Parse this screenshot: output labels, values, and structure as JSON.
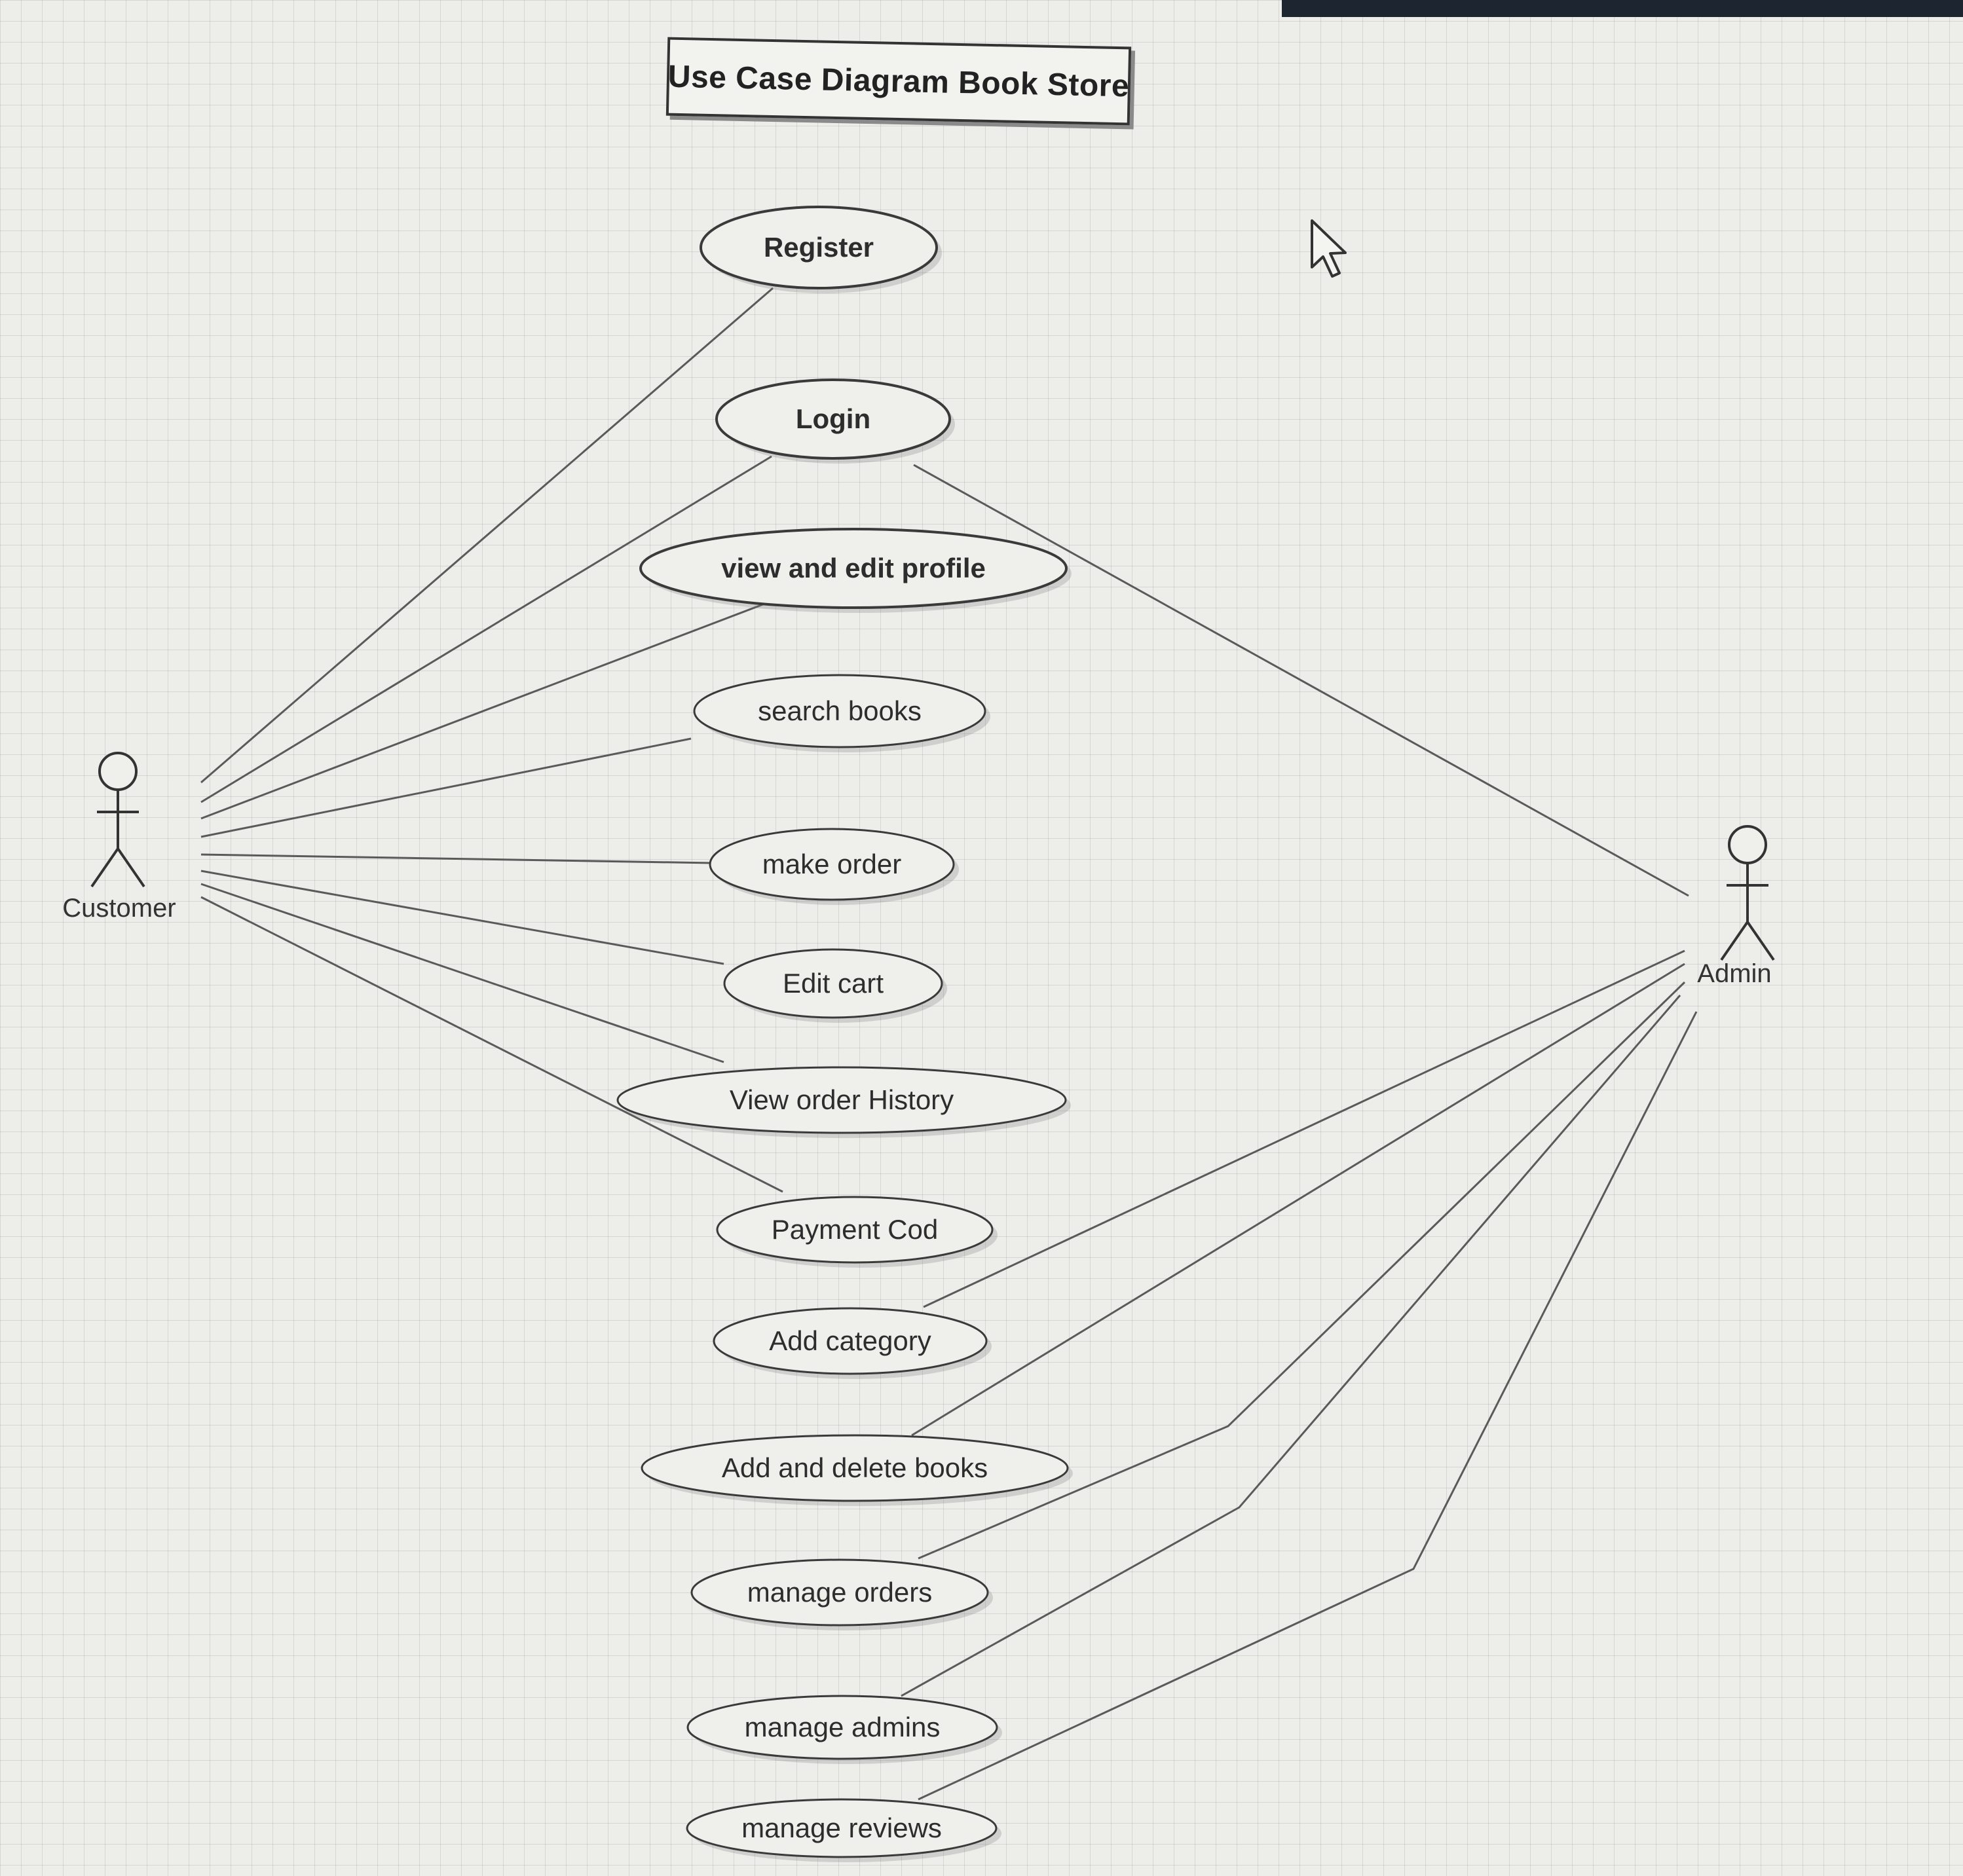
{
  "diagram": {
    "title": "Use Case Diagram Book Store",
    "actors": {
      "customer": "Customer",
      "admin": "Admin"
    },
    "use_cases": [
      {
        "id": "register",
        "label": "Register"
      },
      {
        "id": "login",
        "label": "Login"
      },
      {
        "id": "view-edit-profile",
        "label": "view and edit profile"
      },
      {
        "id": "search-books",
        "label": "search books"
      },
      {
        "id": "make-order",
        "label": "make order"
      },
      {
        "id": "edit-cart",
        "label": "Edit cart"
      },
      {
        "id": "view-order-history",
        "label": "View order History"
      },
      {
        "id": "payment-cod",
        "label": "Payment Cod"
      },
      {
        "id": "add-category",
        "label": "Add category"
      },
      {
        "id": "add-delete-books",
        "label": "Add and delete books"
      },
      {
        "id": "manage-orders",
        "label": "manage orders"
      },
      {
        "id": "manage-admins",
        "label": "manage admins"
      },
      {
        "id": "manage-reviews",
        "label": "manage reviews"
      }
    ],
    "associations": [
      {
        "actor": "customer",
        "use_case": "register"
      },
      {
        "actor": "customer",
        "use_case": "login"
      },
      {
        "actor": "customer",
        "use_case": "view-edit-profile"
      },
      {
        "actor": "customer",
        "use_case": "search-books"
      },
      {
        "actor": "customer",
        "use_case": "make-order"
      },
      {
        "actor": "customer",
        "use_case": "edit-cart"
      },
      {
        "actor": "customer",
        "use_case": "view-order-history"
      },
      {
        "actor": "customer",
        "use_case": "payment-cod"
      },
      {
        "actor": "admin",
        "use_case": "login"
      },
      {
        "actor": "admin",
        "use_case": "add-category"
      },
      {
        "actor": "admin",
        "use_case": "add-delete-books"
      },
      {
        "actor": "admin",
        "use_case": "manage-orders"
      },
      {
        "actor": "admin",
        "use_case": "manage-admins"
      },
      {
        "actor": "admin",
        "use_case": "manage-reviews"
      }
    ]
  }
}
